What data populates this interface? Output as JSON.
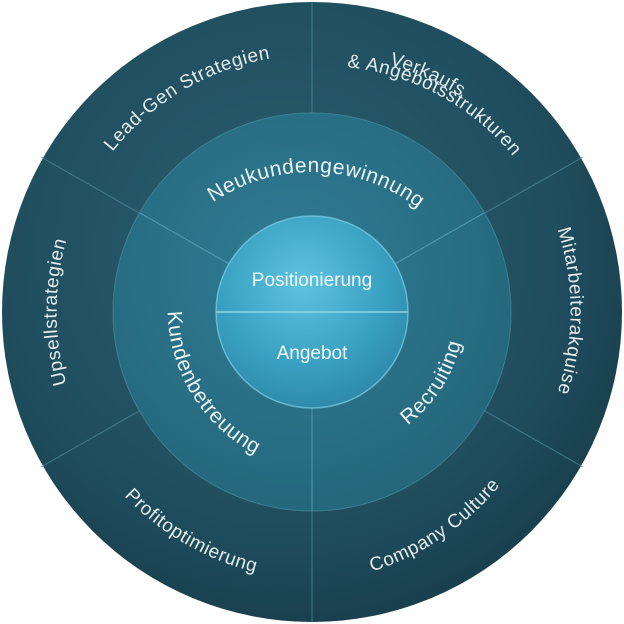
{
  "outer_ring": {
    "lead_gen": "Lead-Gen Strategien",
    "verkauf_line1": "Verkaufs",
    "verkauf_line2": "& Angebotsstrukturen",
    "mitarbeiter": "Mitarbeiterakquise",
    "company_culture": "Company Culture",
    "profit": "Profitoptimierung",
    "upsell": "Upsellstrategien"
  },
  "middle_ring": {
    "neukunden": "Neukundengewinnung",
    "kundenbetreuung": "Kundenbetreuung",
    "recruiting": "Recruiting"
  },
  "core": {
    "top": "Positionierung",
    "bottom": "Angebot"
  },
  "colors": {
    "outer_ring": "#1d4a5a",
    "middle_ring": "#2a7088",
    "core": "#3aa3c4",
    "divider": "#4e8a9c"
  }
}
